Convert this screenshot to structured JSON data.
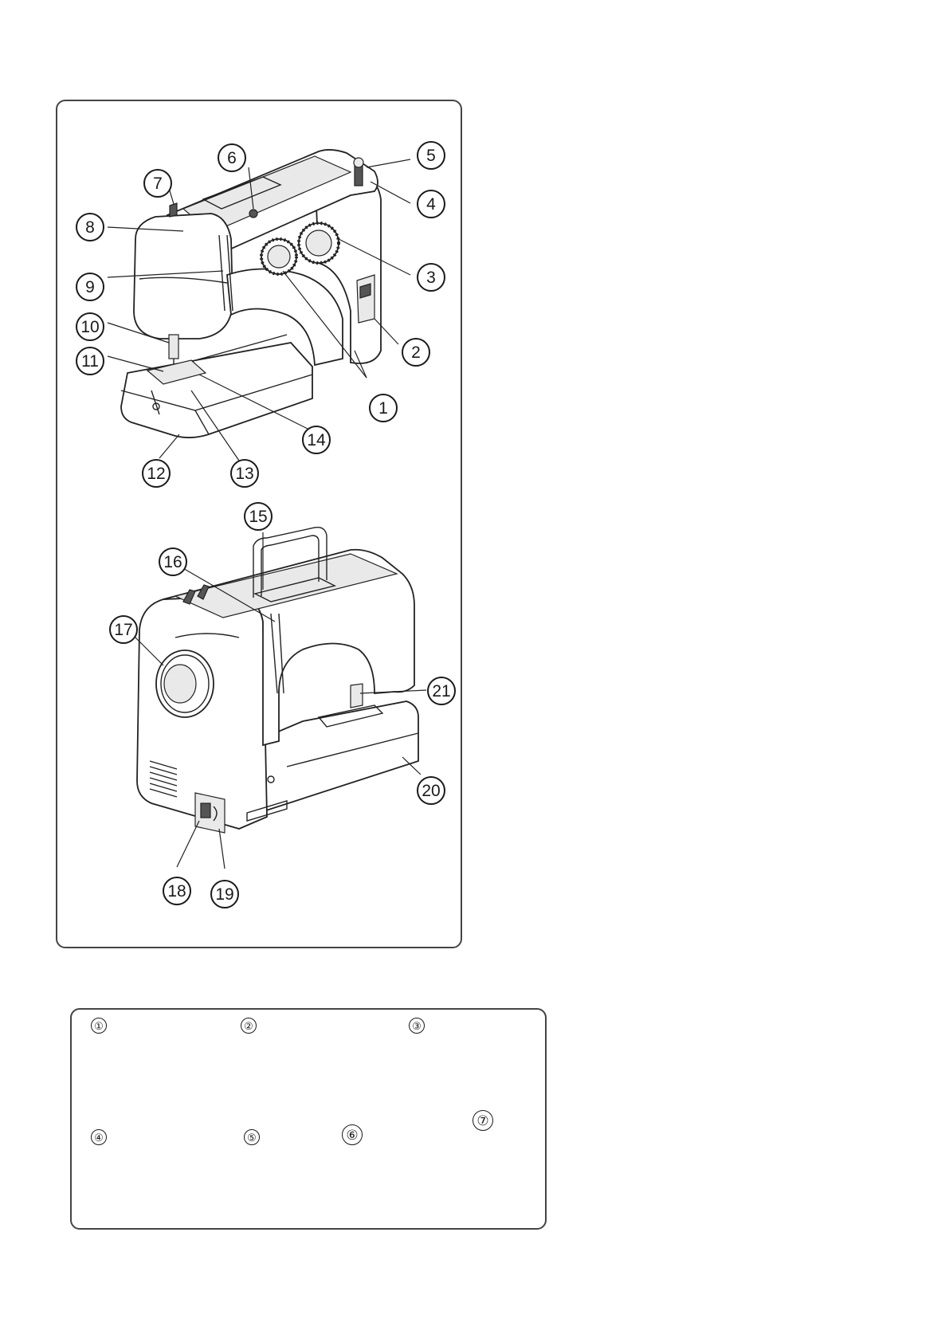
{
  "parts_diagram": {
    "callouts": [
      {
        "id": "c1",
        "label": "1"
      },
      {
        "id": "c2",
        "label": "2"
      },
      {
        "id": "c3",
        "label": "3"
      },
      {
        "id": "c4",
        "label": "4"
      },
      {
        "id": "c5",
        "label": "5"
      },
      {
        "id": "c6",
        "label": "6"
      },
      {
        "id": "c7",
        "label": "7"
      },
      {
        "id": "c8",
        "label": "8"
      },
      {
        "id": "c9",
        "label": "9"
      },
      {
        "id": "c10",
        "label": "10"
      },
      {
        "id": "c11",
        "label": "11"
      },
      {
        "id": "c12",
        "label": "12"
      },
      {
        "id": "c13",
        "label": "13"
      },
      {
        "id": "c14",
        "label": "14"
      },
      {
        "id": "c15",
        "label": "15"
      },
      {
        "id": "c16",
        "label": "16"
      },
      {
        "id": "c17",
        "label": "17"
      },
      {
        "id": "c18",
        "label": "18"
      },
      {
        "id": "c19",
        "label": "19"
      },
      {
        "id": "c20",
        "label": "20"
      },
      {
        "id": "c21",
        "label": "21"
      }
    ]
  },
  "accessories": {
    "items": [
      {
        "id": "a1",
        "label": "①",
        "icon": "bobbins-icon"
      },
      {
        "id": "a2",
        "label": "②",
        "icon": "brush-and-seam-ripper-icon"
      },
      {
        "id": "a3",
        "label": "③",
        "icon": "spool-pin-felt-icon"
      },
      {
        "id": "a4",
        "label": "④",
        "icon": "presser-foot-icon"
      },
      {
        "id": "a5",
        "label": "⑤",
        "icon": "needle-pack-icon"
      },
      {
        "id": "a6",
        "label": "⑥",
        "icon": "dust-cover-sheet-icon"
      },
      {
        "id": "a7",
        "label": "⑦",
        "icon": "oil-bottle-icon"
      }
    ]
  }
}
